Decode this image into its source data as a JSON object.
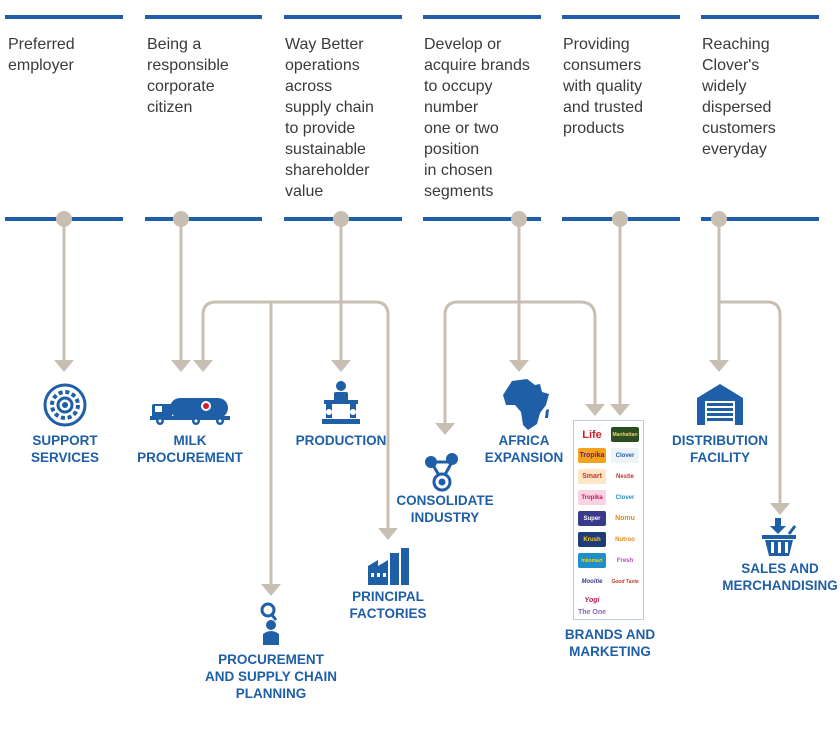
{
  "goals": [
    {
      "lines": [
        "Preferred",
        "employer"
      ]
    },
    {
      "lines": [
        "Being a",
        "responsible",
        "corporate",
        "citizen"
      ]
    },
    {
      "lines": [
        "Way Better",
        "operations",
        "across",
        "supply chain",
        "to provide",
        "sustainable",
        "shareholder",
        "value"
      ]
    },
    {
      "lines": [
        "Develop or",
        "acquire brands",
        "to occupy",
        "number",
        "one or two",
        "position",
        "in chosen",
        "segments"
      ]
    },
    {
      "lines": [
        "Providing",
        "consumers",
        "with quality",
        "and trusted",
        "products"
      ]
    },
    {
      "lines": [
        "Reaching",
        "Clover's",
        "widely",
        "dispersed",
        "customers",
        "everyday"
      ]
    }
  ],
  "nodes": {
    "support": {
      "lines": [
        "SUPPORT",
        "SERVICES"
      ],
      "icon": "gear-icon"
    },
    "milk": {
      "lines": [
        "MILK",
        "PROCUREMENT"
      ],
      "icon": "tanker-truck-icon"
    },
    "production": {
      "lines": [
        "PRODUCTION"
      ],
      "icon": "worker-machine-icon"
    },
    "consolidate": {
      "lines": [
        "CONSOLIDATE",
        "INDUSTRY"
      ],
      "icon": "network-nodes-icon"
    },
    "africa": {
      "lines": [
        "AFRICA",
        "EXPANSION"
      ],
      "icon": "africa-map-icon"
    },
    "brands": {
      "lines": [
        "BRANDS AND",
        "MARKETING"
      ],
      "icon": "brand-logos-collage"
    },
    "distribution": {
      "lines": [
        "DISTRIBUTION",
        "FACILITY"
      ],
      "icon": "warehouse-icon"
    },
    "factories": {
      "lines": [
        "PRINCIPAL",
        "FACTORIES"
      ],
      "icon": "factory-icon"
    },
    "procurement": {
      "lines": [
        "PROCUREMENT",
        "AND SUPPLY CHAIN",
        "PLANNING"
      ],
      "icon": "person-magnifier-icon"
    },
    "sales": {
      "lines": [
        "SALES AND",
        "MERCHANDISING"
      ],
      "icon": "shopping-basket-icon"
    }
  },
  "brand_logos": [
    "Life",
    "Manhattan",
    "Tropika",
    "Clover",
    "Smart",
    "Nestle",
    "Tropika",
    "Clover",
    "Super",
    "Nomu",
    "Krush",
    "Nutroo",
    "Inkomazi",
    "Fresh",
    "Mooitie",
    "Good Taste",
    "Yogi",
    "The One"
  ],
  "colors": {
    "accent": "#1f5fa8",
    "connector": "#c8bfb2",
    "text": "#3a3a3a"
  }
}
